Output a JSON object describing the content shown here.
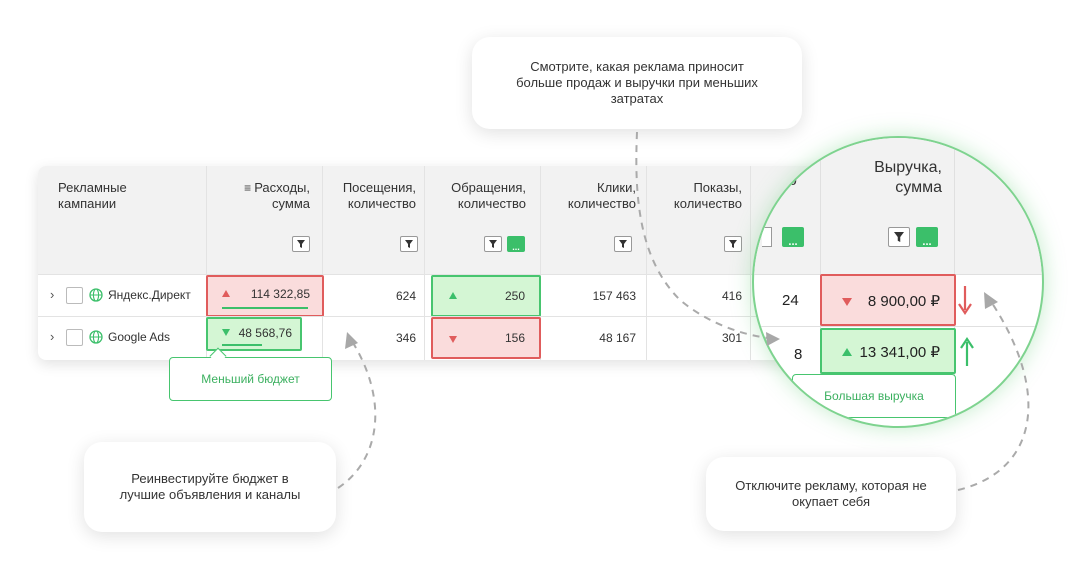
{
  "colors": {
    "accent_green": "#3bbf6a",
    "red_fill": "#fadcdc",
    "red_border": "#e05c5c",
    "green_fill": "#d4f6d4",
    "green_border": "#47c56f",
    "header_bg": "#f2f2f2"
  },
  "table": {
    "headers": {
      "campaigns": "Рекламные кампании",
      "expenses": "Расходы, сумма",
      "visits": "Посещения, количество",
      "requests": "Обращения, количество",
      "clicks": "Клики, количество",
      "impressions": "Показы, количество",
      "revenue": "Выручка, сумма",
      "hidden_col_fragment": "о"
    },
    "rows": [
      {
        "name": "Яндекс.Директ",
        "expenses": "114 322,85",
        "visits": "624",
        "requests": "250",
        "clicks": "157 463",
        "impressions": "416",
        "hidden": "24",
        "revenue": "8 900,00 ₽"
      },
      {
        "name": "Google Ads",
        "expenses": "48 568,76",
        "visits": "346",
        "requests": "156",
        "clicks": "48 167",
        "impressions": "301",
        "hidden": "8",
        "revenue": "13 341,00 ₽"
      }
    ]
  },
  "callouts": {
    "top": "Смотрите, какая реклама приносит больше продаж и выручки при меньших затратах",
    "bottom_left": "Реинвестируйте бюджет в лучшие объявления и каналы",
    "bottom_right": "Отключите рекламу, которая не окупает себя",
    "smaller_budget": "Меньший бюджет",
    "bigger_revenue": "Большая выручка"
  }
}
